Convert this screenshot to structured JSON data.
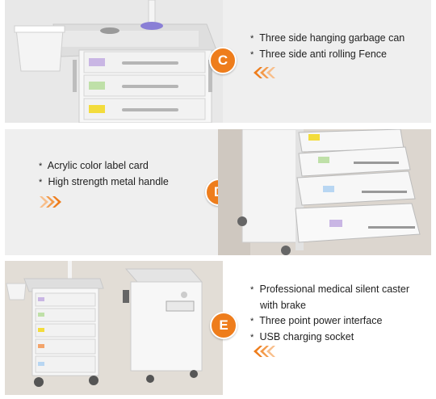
{
  "sections": [
    {
      "badge": "C",
      "features": [
        "Three side hanging garbage can",
        "Three side anti rolling Fence"
      ],
      "bullet": "*"
    },
    {
      "badge": "D",
      "features": [
        "Acrylic color label card",
        "High strength metal handle"
      ],
      "bullet": "*"
    },
    {
      "badge": "E",
      "features": [
        "Professional medical silent caster",
        "with brake",
        "Three point power interface",
        "USB charging socket"
      ],
      "bullet": "*"
    }
  ],
  "colors": {
    "accent": "#ee7d1c",
    "panel_bg": "#efefef",
    "label_purple": "#c9b6e4",
    "label_green": "#bfe0a8",
    "label_yellow": "#f3dc3c",
    "label_blue": "#b8d6f2"
  },
  "icons": {
    "arrow": "double-chevron-left-icon",
    "star": "asterisk-bullet"
  }
}
